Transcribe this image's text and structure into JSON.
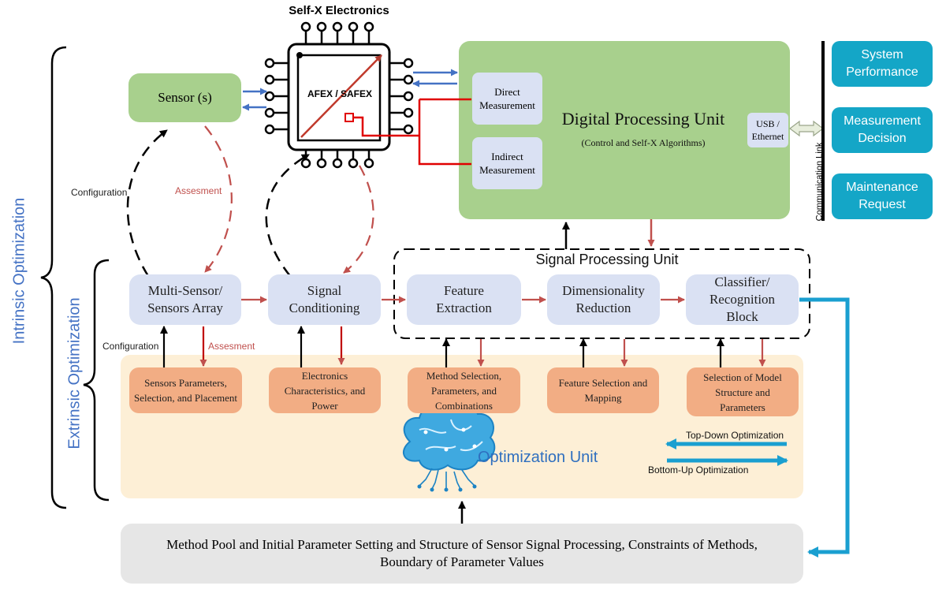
{
  "chip": {
    "title": "Self-X Electronics",
    "label": "AFEX / SAFEX"
  },
  "sensor": {
    "label": "Sensor (s)"
  },
  "dpu": {
    "title": "Digital Processing Unit",
    "subtitle": "(Control and Self-X Algorithms)",
    "direct": "Direct Measurement",
    "indirect": "Indirect Measurement",
    "usb": "USB / Ethernet"
  },
  "comm_link": "Communication Link",
  "outputs": [
    "System Performance",
    "Measurement Decision",
    "Maintenance Request"
  ],
  "loop_labels": {
    "configuration_top": "Configuration",
    "assesment_top": "Assesment",
    "configuration_bottom": "Configuration",
    "assesment_bottom": "Assesment"
  },
  "spu_title": "Signal Processing Unit",
  "pipeline": [
    "Multi-Sensor/ Sensors Array",
    "Signal Conditioning",
    "Feature Extraction",
    "Dimensionality Reduction",
    "Classifier/ Recognition Block"
  ],
  "opt_params": [
    "Sensors Parameters, Selection, and Placement",
    "Electronics Characteristics, and Power",
    "Method Selection, Parameters, and Combinations",
    "Feature Selection and Mapping",
    "Selection of Model Structure and Parameters"
  ],
  "optimization": {
    "unit": "Optimization Unit",
    "top_down": "Top-Down Optimization",
    "bottom_up": "Bottom-Up Optimization"
  },
  "side_labels": {
    "intrinsic": "Intrinsic Optimization",
    "extrinsic": "Extrinsic Optimization"
  },
  "method_pool": "Method Pool and Initial Parameter Setting and Structure of Sensor Signal Processing, Constraints of Methods, Boundary of Parameter Values",
  "colors": {
    "green": "#a8d08d",
    "blue_box": "#dae1f3",
    "orange_box": "#f2ad84",
    "opt_area": "#fdefd6",
    "teal": "#14a6c7",
    "red_arrow": "#c0504d",
    "blue_arrow": "#4472c4",
    "side_label": "#4472c4"
  }
}
